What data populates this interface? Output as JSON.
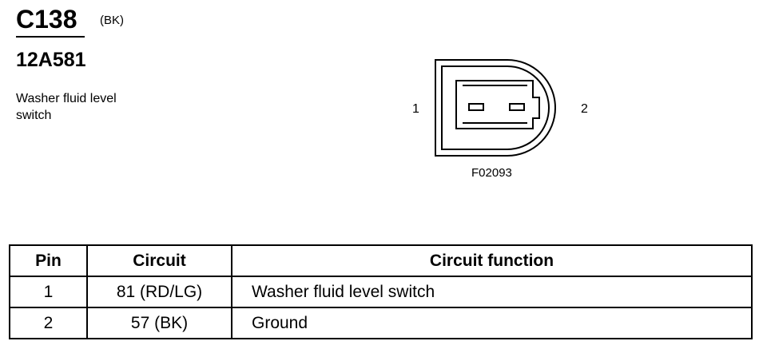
{
  "connector": {
    "id": "C138",
    "color": "(BK)",
    "part_number": "12A581",
    "description": "Washer fluid level switch"
  },
  "figure": {
    "pin_left_label": "1",
    "pin_right_label": "2",
    "figure_id": "F02093",
    "icon": "connector-face-icon"
  },
  "table": {
    "headers": [
      "Pin",
      "Circuit",
      "Circuit function"
    ],
    "rows": [
      {
        "pin": "1",
        "circuit": "81 (RD/LG)",
        "function": "Washer fluid level switch"
      },
      {
        "pin": "2",
        "circuit": "57 (BK)",
        "function": "Ground"
      }
    ]
  }
}
